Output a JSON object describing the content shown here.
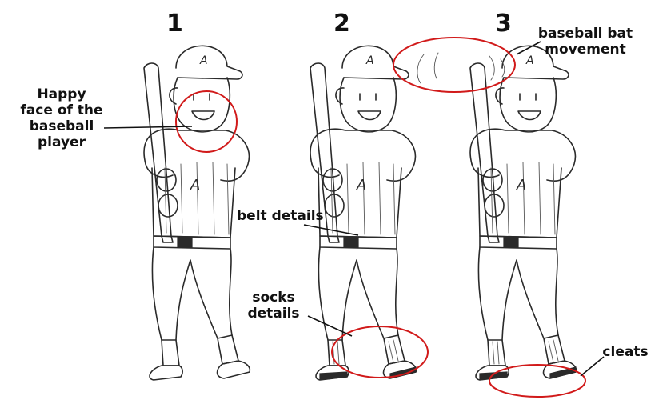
{
  "stages": [
    "1",
    "2",
    "3"
  ],
  "annotations": {
    "happy_face": [
      "Happy",
      "face of the",
      "baseball",
      "player"
    ],
    "belt": "belt details",
    "socks": [
      "socks",
      "details"
    ],
    "bat_movement": [
      "baseball bat",
      "movement"
    ],
    "cleats": "cleats"
  },
  "cap_logo": "A",
  "colors": {
    "highlight": "#d11a1a",
    "ink": "#2a2a2a"
  }
}
